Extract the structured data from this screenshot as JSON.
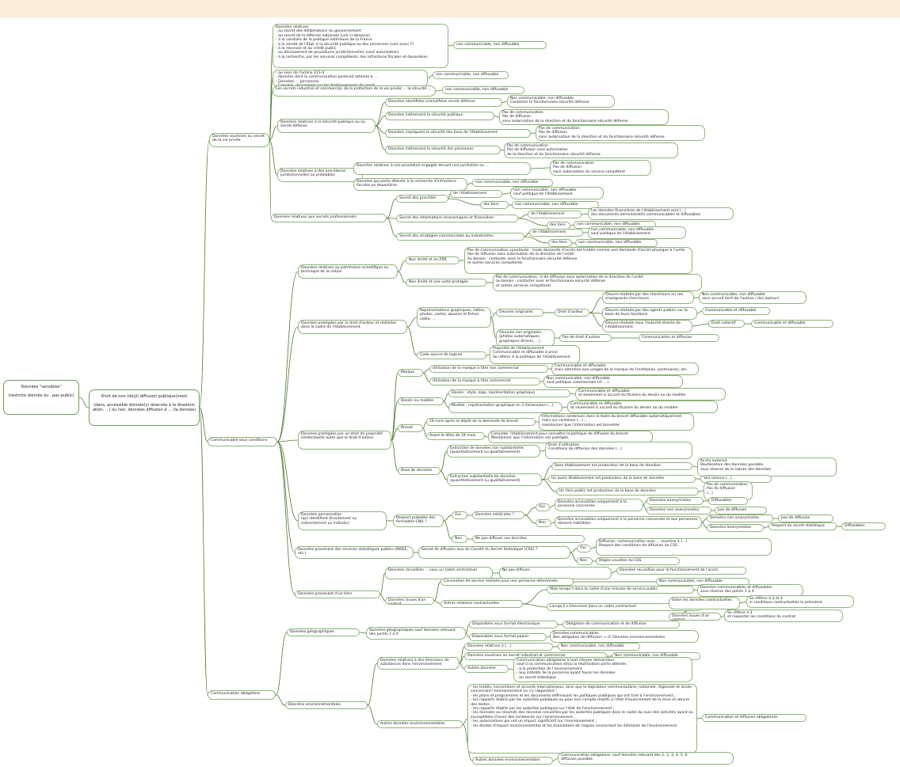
{
  "colors": {
    "band": "#fdecd6",
    "line": "#4c7a2f",
    "border": "#8db57a",
    "cross": "#d22020",
    "warn": "#e8a300",
    "check": "#3a9a3a"
  },
  "root_a": {
    "title": "Données \"sensibles\"",
    "sub": "(restricte donnée ou ..pas public)"
  },
  "root_b": {
    "title": "Droit de non (dé)ji) diffusion publique(ment",
    "sub": "(dans, accessible donnée(s) réservée à la dissémin ation, ...) ou non, données diffusion à ... (la donnée)"
  },
  "main": {
    "secret": "Données soumises au secret de la vie privée",
    "communicable": "Communicable sous conditions",
    "obligatoire": "Communication obligatoire"
  },
  "privee": {
    "b1": "Données relatives\n- au secret des délibérations du gouvernement\n- au secret de la défense nationale (voir ci-dessous)\n- à la conduite de la politique extérieure de la France\n- à la sûreté de l'État, à la sécurité publique ou des personnes (voir aussi 7)\n- à la monnaie et au crédit public\n- au déroulement de procédures juridictionnelles (sauf autorisation)\n- à la recherche, par les services compétents, des infractions fiscales et douanières",
    "r1": "non communicable, non diffusable",
    "b2": "- au sens de l'article 311-6\n- données dont la communication porterait atteinte à ...\n- Données ... personnes\n- Conseils, documents sur les établissements de santé",
    "r2": "non communicable, non diffusable",
    "b3": "Les secrets industriel et commercial, de la protection de la vie privée ... la sécurité ...",
    "r3": "non communicable, non diffusable",
    "defense": "Données relatives à la sécurité publique ou au secret défense",
    "d1": "Données identifiées (cla)ssifiées secret défense",
    "d1r": "Non communicable, non diffusable\nContacter le fonctionnaire sécurité défense",
    "d2": "Données intéressant la sécurité publique",
    "d2r": "Pas de communication\nPas de diffusion\nsans autorisation de la direction et du fonctionnaire sécurité défense",
    "d3": "Données impliquant la sécurité des lieux de l'établissement",
    "d3r": "Pas de communication\nPas de diffusion\nsans autorisation de la direction et du fonctionnaire sécurité défense",
    "d4": "Données intéressant la sécurité des personnes",
    "d4r": "Pas de communication\nPas de diffusion sans autorisation\nde la direction et du fonctionnaire sécurité défense",
    "proc": "Données relatives à des procédures juridictionnelles ou préalables",
    "p1": "Données relatives à une procédure engagée devant une juridiction ou ...",
    "p1r": "Pas de communication\nPas de diffusion\nsans autorisation du service compétent",
    "p2": "Données qui porte atteinte à la recherche d'infractions fiscales ou douanières",
    "p2r": "non communicable, non diffusable",
    "prof": "Données relatives aux secrets professionnels",
    "s1": "Secret des procédés",
    "s1a": "de l'établissement",
    "s1ar": "non communicable, non diffusable\nsauf politique de l'établissement",
    "s1b": "des tiers",
    "s1br": "non communicable, non diffusable",
    "s2": "Secret des informations économiques et financières",
    "s2a": "de l'établissement",
    "s2ar": "Les données financières de l'établissement sont (...)\ndes documents administratifs communicables et diffusables",
    "s2b": "des tiers",
    "s2br": "non communicable, non diffusable",
    "s3": "Secret des stratégies commerciales ou industrielles",
    "s3a": "de l'établissement",
    "s3ar": "non communicable, non diffusable\nsauf politique de l'établissement",
    "s3b": "des tiers",
    "s3br": "non communicable, non diffusable"
  },
  "cond": {
    "pat": "Données relatives au patrimoine scientifique ou technique de la nation",
    "pa": "Non limité et en ZRR",
    "par": "Pas de communication spontanée : toute demande d'accès est traitée comme une demande d'accès physique à l'unité\nPas de diffusion sans autorisation de la direction de l'unité\nAu besoin : contacter avec le fonctionnaire sécurité défense\net autres services compétents",
    "pb": "Non limité et une unité protégée",
    "pbr": "Pas de communication, ni de diffusion sans autorisation de la direction de l'unité\nau besoin : contacter avec le fonctionnaire sécurité défense\net autres services compétents",
    "auteur": "Données protégées par le droit d'auteur et réalisées dans le cadre de l'établissement",
    "a1": "Représentations graphiques, tables, photos, cartes, œuvres et fiches vidéo, ...",
    "a1a": "Oeuvres originales",
    "a1b": "Droit d'auteur",
    "a1c": "Oeuvre réalisée par des chercheurs ou ses enseignants-chercheurs",
    "a1cr": "Non communicable, non diffusable\nsans accord écrit de l'auteur / des auteurs",
    "a1d": "Oeuvre réalisée par des agents publics sur la base de leurs fonctions",
    "a1dr": "Communicable et diffusable",
    "a1e": "Oeuvre réalisée sous l'autorité directe de l'établissement",
    "a1f": "Droit collectif",
    "a1fr": "Communicable et diffusable",
    "a2": "Oeuvres non originales (photos automatiques, graphiques directs, ...)",
    "a2b": "Pas de droit d'auteur",
    "a2r": "Communication et diffusion",
    "a3": "Code source de logiciel",
    "a3r": "Propriété de l'établissement\nCommunicable et diffusable à priori\nSe référer à la politique de l'établissement",
    "ip": "Données protégées par un droit de propriété intellectuelle autre que le droit d'auteur",
    "m": "Marque",
    "m1": "Utilisation de la marque à titre non commercial",
    "m1r": "Communicable et diffusable\nmais attention aux usages de la marque de l'institution, partenaires, etc.",
    "m2": "Utilisation de la marque à titre commercial",
    "m2r": "Non communicable, non diffusable\nsauf politique commerciale (cf. ...)",
    "dm": "Dessin ou modèle",
    "dm1": "Dessin : style, logo, représentation graphique",
    "dm1r": "Communicable et diffusable\net seulement si accord du titulaire du dessin ou du modèle",
    "dm2": "Modèle : représentation graphique en 3 dimensions (...)",
    "dm2r": "Communicable et diffusable\net seulement si accord du titulaire du dessin ou du modèle",
    "br": "Brevet",
    "br1": "18 mois après le dépôt de la demande de brevet",
    "br1r": "Informations contenues dans le texte du brevet diffusable automatiquement\nmais sur certaines (...) ...\nmentionner que l'information est brevetée",
    "br2": "Avant le délai de 18 mois",
    "br2r": "Consulter l'établissement pour connaître la politique de diffusion du brevet\nMentionner que l'information est protégée",
    "bd": "Base de données",
    "bd1": "Extraction de données non substantielle (quantitativement ou qualitativement)",
    "bd1r": "Droit d'utilisation\nConditions de diffusion des données (...)",
    "bd2": "Extraction substantielle de données (quantitativement ou qualitativement)",
    "bd2a": "Base établissement est producteur de la base de données",
    "bd2ar": "Accès autorisé\nRéutilisation des données possible\nsous réserve de la nature des données",
    "bd2b": "Un autre établissement est producteur de la base de données",
    "bd2br": "Voir licence (...)",
    "bd2c": "Un tiers public est producteur de la base de données",
    "bd2cr": "Pas de communication\nPas de diffusion\n(...)",
    "perso": "Données personnelles\n(qui identifient directement ou indirectement un individu)",
    "pe": "Respect probable des formalités CNIL ?",
    "pe1": "Oui",
    "pe1a": "Données médicales ?",
    "pe1b": "Oui",
    "pe1c": "Données accessibles uniquement à la personne concernée",
    "pe1cr": "Données anonymisées",
    "pe1ca": "Diffusables",
    "pe1cb": "Données non anonymisées",
    "pe1cbr": "pas de diffusion",
    "pe1d": "Non",
    "pe1e": "Données accessibles uniquement à la personne concernée et aux personnes dûment habilitées",
    "pe1er": "Données non anonymisées",
    "pe1err": "pas de diffusion",
    "pe1f": "Données anonymisées",
    "pe1fr": "Respect du secret statistique",
    "pe1frr": "Diffusables",
    "pe2": "Non",
    "pe2r": "Ne pas diffuser ces données",
    "stat": "Données provenant des services statistiques publics (INSEE, etc.)",
    "st": "Secret de diffusion issu du Comité du Secret Statistique (CSS) ?",
    "st1": "Oui",
    "st1r": "Diffusion, communication avec ... soumise à (...)\nRespect des conditions de diffusion du CSS",
    "st2": "Non",
    "st2r": "Règles usuelles du CSS",
    "tiers": "Données provenant d'un tiers",
    "ti1": "Données recueillies ... sous un cadre contractuel",
    "ti1r": "Ne pas diffuser",
    "ti1rr": "Données recueillies pour le fonctionnement de l'accès",
    "ti2": "Données issues d'un contrat",
    "ti2a": "Convention de service réalisée pour une personne déterminée",
    "ti2ar": "Non communicable, non diffusable",
    "ti2b": "Autres relations contractuelles",
    "ti2c": "Mais lorsqu'il dans le cadre d'une mission de service public",
    "ti2cr": "Données communicables et diffusables\nsous réserve des points 1 à 4",
    "ti2d": "Lorsqu'il n'intervient dans un cadre contractuel",
    "ti2dr": "Selon les données contractuelles",
    "ti2drr": "Se référer à 3 et 4\nsi conditions contractuelles le prévoient",
    "ti2e": "Données issues d'un contrat",
    "ti2er": "Se référer à 3\net respecter les conditions du contrat"
  },
  "oblig": {
    "geo": "Données géographiques",
    "g1": "Données géographiques sauf données relevant des points 1 à 4",
    "g1a": "Disponibles sous format électronique",
    "g1ar": "Obligation de communication et de diffusion",
    "g1b": "Disponibles sous format papier",
    "g1br": "Données communicables\nNon obligation de diffusion → cf. Données environnementales",
    "env": "Données environnementales",
    "e1": "Données relatives à des émissions de substances dans l'environnement",
    "e1a": "Données relatives à (...)",
    "e1ar": "Non communicable, non diffusable",
    "e1b": "Données soumises au secret industriel et commercial",
    "e1br": "Non communicable, non diffusable",
    "e1c": "Autres données",
    "e1cr": "Communication obligatoire à tout citoyen demandeur\nsauf si la communication et/ou la réutilisation porte atteinte :\n- à la protection de l'environnement\n- aux intérêts de la personne ayant fourni les données\n- au secret statistique",
    "e2": "Autres données environnementales",
    "e2a": "- les traités, conventions et accords internationaux, ainsi que la législation communautaire, nationale, régionale et locale concernant l'environnement ou s'y rapportant ;\n- les plans et programmes et les documents définissant les politiques publiques qui ont trait à l'environnement ;\n- les rapports établis par les autorités publiques ou pour leur compte relatifs à l'état d'avancement de la mise en œuvre des textes ;\n- les rapports établis par les autorités publiques sur l'état de l'environnement ;\n- les données ou résumés des données recueillies par les autorités publiques dans le cadre du suivi des activités ayant ou susceptibles d'avoir des incidences sur l'environnement ;\n- les autorisations qui ont un impact significatif sur l'environnement ;\n- les études d'impact environnemental et les évaluations de risques concernant les éléments de l'environnement",
    "e2ar": "Communication et diffusion obligatoires",
    "e2b": "Autres données environnementales",
    "e2br": "Communication obligatoire, sauf données relevant des 1, 2, 3, 4, 5, 6\ndiffusion possible"
  }
}
